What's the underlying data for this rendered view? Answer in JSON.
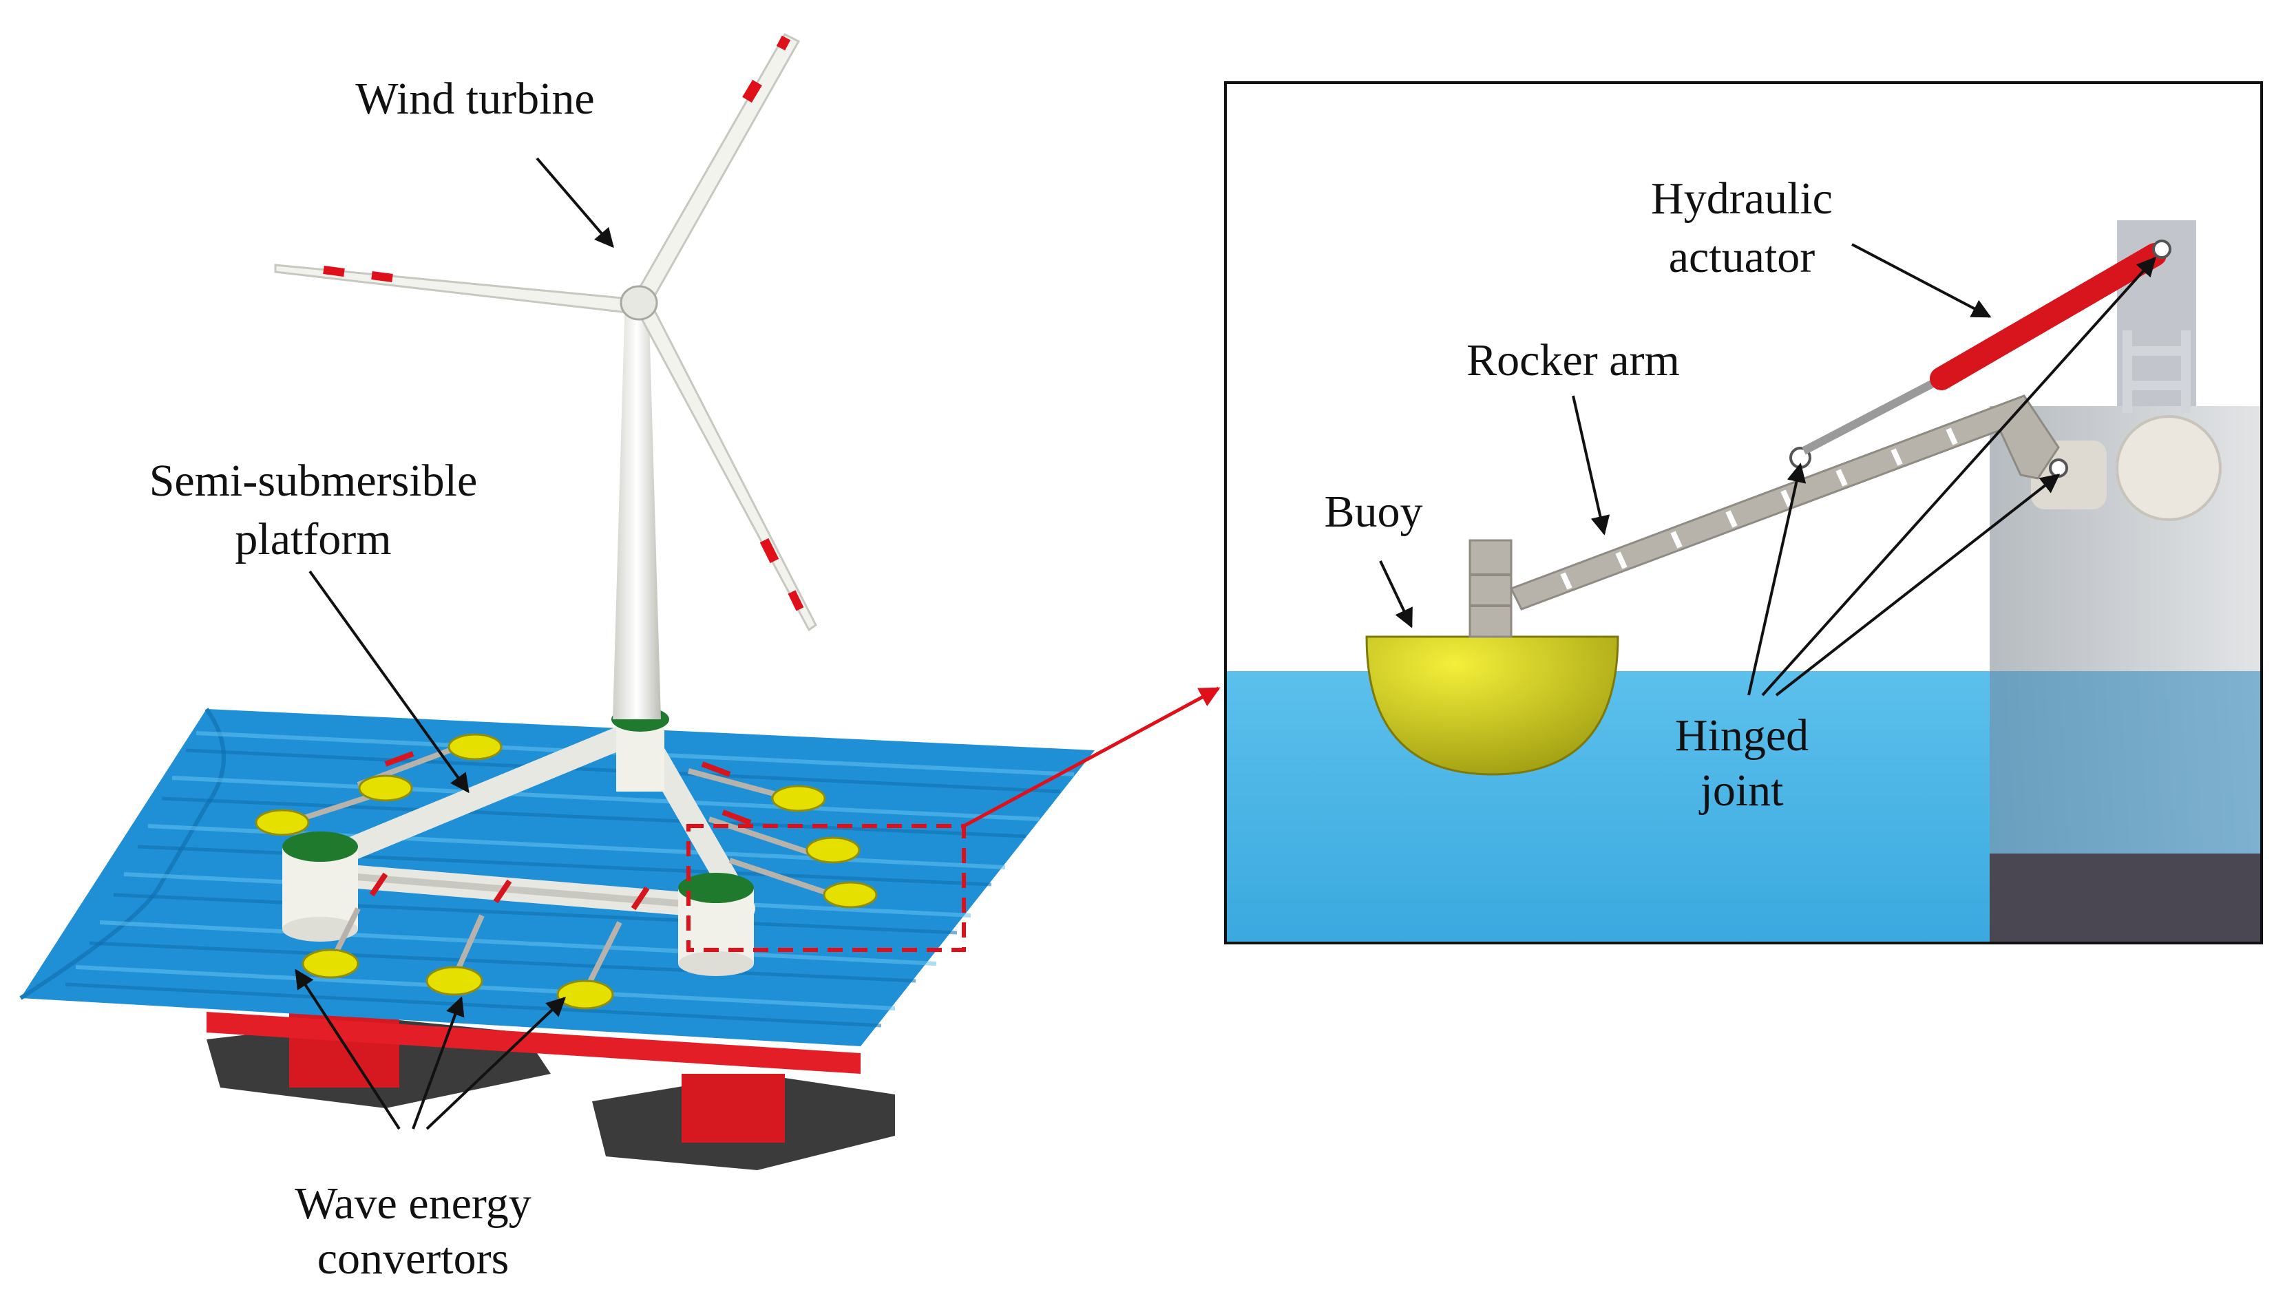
{
  "labels": {
    "wind_turbine": "Wind turbine",
    "semi_submersible_line1": "Semi-submersible",
    "semi_submersible_line2": "platform",
    "wave_energy_line1": "Wave energy",
    "wave_energy_line2": "convertors",
    "hydraulic_line1": "Hydraulic",
    "hydraulic_line2": "actuator",
    "rocker_arm": "Rocker arm",
    "buoy": "Buoy",
    "hinged_line1": "Hinged",
    "hinged_line2": "joint"
  },
  "colors": {
    "sea": "#1f8fd6",
    "sea_detail": "#4fb6e8",
    "buoy": "#e6e000",
    "column_top": "#1f7a2e",
    "actuator": "#d8141c",
    "frame": "#b7b3ab",
    "callout": "#e0101a",
    "pontoon": "#d61820"
  },
  "icons": [
    "wind-turbine-illustration",
    "semi-submersible-platform-illustration",
    "wave-energy-convertor-detail"
  ]
}
